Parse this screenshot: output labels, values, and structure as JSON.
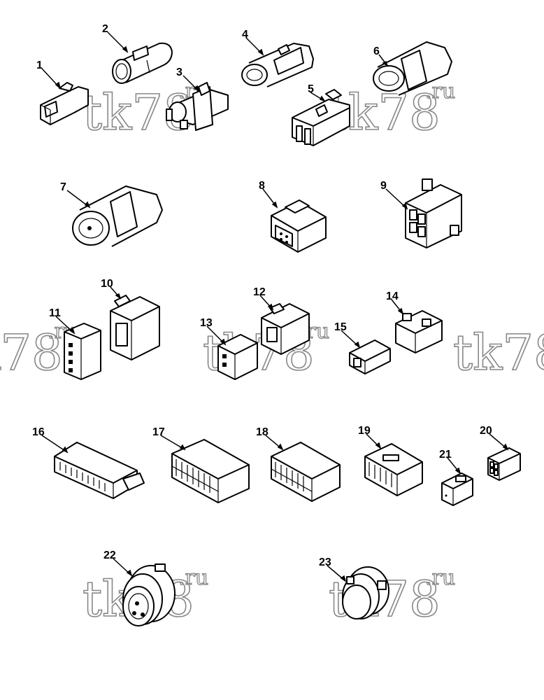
{
  "diagram": {
    "watermark_main": "tk78",
    "watermark_suffix": ".ru",
    "callouts": [
      "1",
      "2",
      "3",
      "4",
      "5",
      "6",
      "7",
      "8",
      "9",
      "10",
      "11",
      "12",
      "13",
      "14",
      "15",
      "16",
      "17",
      "18",
      "19",
      "20",
      "21",
      "22",
      "23"
    ]
  }
}
